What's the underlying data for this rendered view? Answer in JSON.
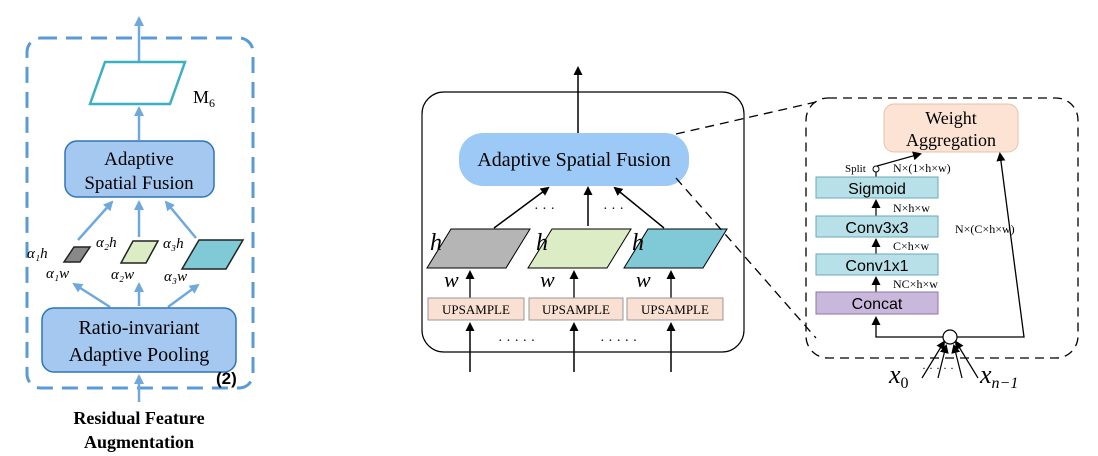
{
  "left_panel": {
    "map_label": "M",
    "map_subscript": "6",
    "asf_line1": "Adaptive",
    "asf_line2": "Spatial Fusion",
    "scale_labels": [
      {
        "h": "α₁h",
        "w": "α₁w"
      },
      {
        "h": "α₂h",
        "w": "α₂w"
      },
      {
        "h": "α₃h",
        "w": "α₃w"
      }
    ],
    "pool_line1": "Ratio-invariant",
    "pool_line2": "Adaptive Pooling",
    "panel_number": "(2)",
    "caption_line1": "Residual Feature",
    "caption_line2": "Augmentation",
    "colors": {
      "dash": "#5b9bd5",
      "arrow": "#6fa8dc",
      "box_fill": "#a4c8f0",
      "box_stroke": "#2e75b6"
    }
  },
  "middle_panel": {
    "asf_label": "Adaptive Spatial Fusion",
    "h_label": "h",
    "w_label": "w",
    "upsample_label": "UPSAMPLE",
    "dots_top": "· · ·",
    "dots_bottom": "· · · · ·",
    "colors": {
      "asf_fill": "#9cc9f5",
      "upsample_fill": "#f9e0d2",
      "p1": "#b5b5b5",
      "p2": "#dcedc6",
      "p3": "#7fcad6"
    }
  },
  "right_panel": {
    "weight_line1": "Weight",
    "weight_line2": "Aggregation",
    "split_label": "Split",
    "split_dim": "N×(1×h×w)",
    "sigmoid": "Sigmoid",
    "dim_sig": "N×h×w",
    "conv3": "Conv3x3",
    "dim_conv3": "C×h×w",
    "side_dim": "N×(C×h×w)",
    "conv1": "Conv1x1",
    "dim_conv1": "NC×h×w",
    "concat": "Concat",
    "x0": "x",
    "x0_sub": "0",
    "xn": "x",
    "xn_sub": "n−1",
    "x_dots": "· · · · ·",
    "colors": {
      "weight_fill": "#fce3d3",
      "block_fill": "#b7e0e8",
      "concat_fill": "#c9b8dc"
    }
  }
}
